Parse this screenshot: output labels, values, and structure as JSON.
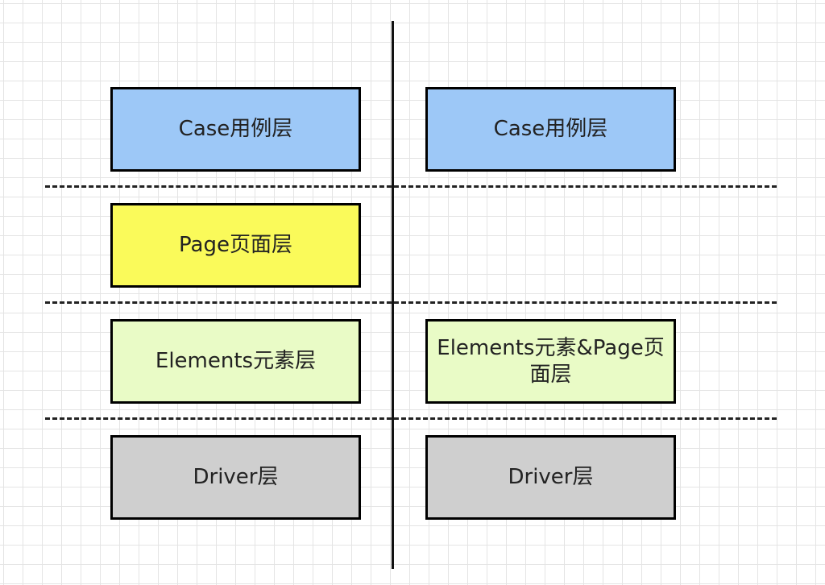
{
  "colors": {
    "case": "#9dc8f7",
    "page": "#fafa5a",
    "elements": "#e9fbc6",
    "driver": "#cfcfcf"
  },
  "left_column": {
    "case_box": "Case用例层",
    "page_box": "Page页面层",
    "elements_box": "Elements元素层",
    "driver_box": "Driver层"
  },
  "right_column": {
    "case_box": "Case用例层",
    "elements_page_box": "Elements元素&Page页面层",
    "driver_box": "Driver层"
  }
}
